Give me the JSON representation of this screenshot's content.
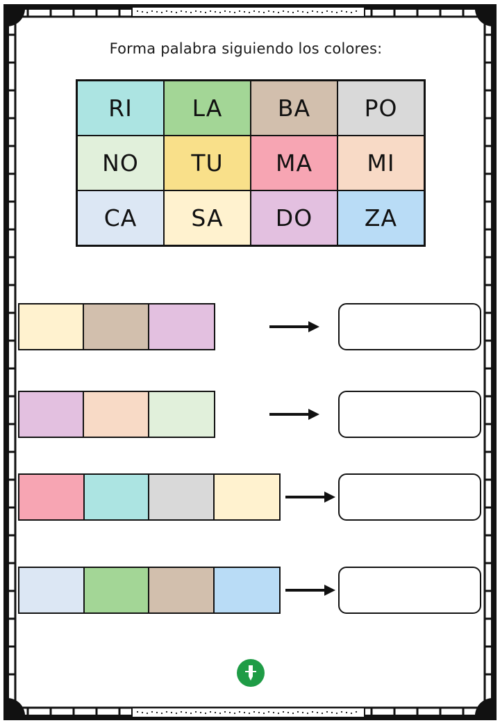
{
  "header": {
    "instruction": "Forma palabra siguiendo los colores:"
  },
  "colors": {
    "teal": "#ace4e2",
    "green": "#a3d696",
    "tan": "#d2bfad",
    "gray": "#d9d9d9",
    "mint": "#e1f0db",
    "yellow": "#f9e08a",
    "pink": "#f7a5b3",
    "peach": "#f8dac6",
    "lightblue": "#dce7f4",
    "cream": "#fff2cf",
    "lilac": "#e3c0e0",
    "sky": "#b9dcf6"
  },
  "syllable_grid": [
    {
      "text": "RI",
      "color": "#ace4e2"
    },
    {
      "text": "LA",
      "color": "#a3d696"
    },
    {
      "text": "BA",
      "color": "#d2bfad"
    },
    {
      "text": "PO",
      "color": "#d9d9d9"
    },
    {
      "text": "NO",
      "color": "#e1f0db"
    },
    {
      "text": "TU",
      "color": "#f9e08a"
    },
    {
      "text": "MA",
      "color": "#f7a5b3"
    },
    {
      "text": "MI",
      "color": "#f8dac6"
    },
    {
      "text": "CA",
      "color": "#dce7f4"
    },
    {
      "text": "SA",
      "color": "#fff2cf"
    },
    {
      "text": "DO",
      "color": "#e3c0e0"
    },
    {
      "text": "ZA",
      "color": "#b9dcf6"
    }
  ],
  "exercises": [
    {
      "swatches": [
        "#fff2cf",
        "#d2bfad",
        "#e3c0e0"
      ],
      "answer": ""
    },
    {
      "swatches": [
        "#e3c0e0",
        "#f8dac6",
        "#e1f0db"
      ],
      "answer": ""
    },
    {
      "swatches": [
        "#f7a5b3",
        "#ace4e2",
        "#d9d9d9",
        "#fff2cf"
      ],
      "answer": ""
    },
    {
      "swatches": [
        "#dce7f4",
        "#a3d696",
        "#d2bfad",
        "#b9dcf6"
      ],
      "answer": ""
    }
  ],
  "footer": {
    "logo_icon": "pencil-logo-icon",
    "logo_color": "#1f9c46"
  }
}
